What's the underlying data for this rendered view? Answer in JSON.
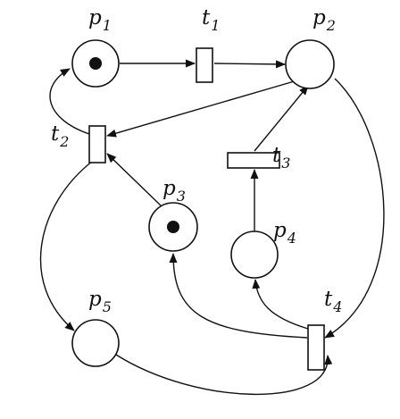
{
  "colors": {
    "ink": "#111111",
    "paper": "#ffffff"
  },
  "places": [
    {
      "id": "p1",
      "letter": "p",
      "index": "1",
      "tokens": 1
    },
    {
      "id": "p2",
      "letter": "p",
      "index": "2",
      "tokens": 0
    },
    {
      "id": "p3",
      "letter": "p",
      "index": "3",
      "tokens": 1
    },
    {
      "id": "p4",
      "letter": "p",
      "index": "4",
      "tokens": 0
    },
    {
      "id": "p5",
      "letter": "p",
      "index": "5",
      "tokens": 0
    }
  ],
  "transitions": [
    {
      "id": "t1",
      "letter": "t",
      "index": "1"
    },
    {
      "id": "t2",
      "letter": "t",
      "index": "2"
    },
    {
      "id": "t3",
      "letter": "t",
      "index": "3"
    },
    {
      "id": "t4",
      "letter": "t",
      "index": "4"
    }
  ],
  "arcs": [
    {
      "from": "p1",
      "to": "t1"
    },
    {
      "from": "t1",
      "to": "p2"
    },
    {
      "from": "p2",
      "to": "t2"
    },
    {
      "from": "t2",
      "to": "p1"
    },
    {
      "from": "p3",
      "to": "t2"
    },
    {
      "from": "t2",
      "to": "p5"
    },
    {
      "from": "t3",
      "to": "p2"
    },
    {
      "from": "p4",
      "to": "t3"
    },
    {
      "from": "p2",
      "to": "t4"
    },
    {
      "from": "t4",
      "to": "p3"
    },
    {
      "from": "t4",
      "to": "p4"
    },
    {
      "from": "p5",
      "to": "t4"
    }
  ]
}
